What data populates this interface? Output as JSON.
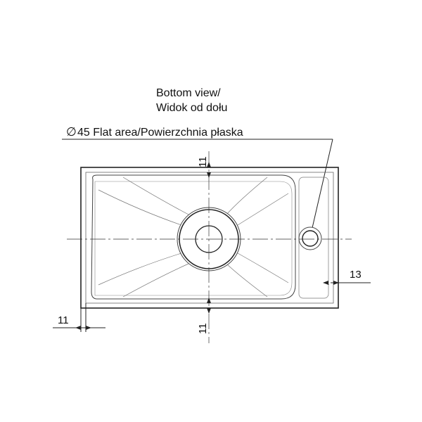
{
  "drawing": {
    "title_en": "Bottom view/",
    "title_pl": "Widok od dołu",
    "diameter_symbol": "∅",
    "flat_area_label": "45 Flat area/Powierzchnia płaska",
    "dimensions": {
      "top_offset": "11",
      "bottom_offset": "11",
      "left_offset": "11",
      "right_offset": "13"
    }
  },
  "colors": {
    "line": "#222222",
    "thin": "#555555"
  }
}
